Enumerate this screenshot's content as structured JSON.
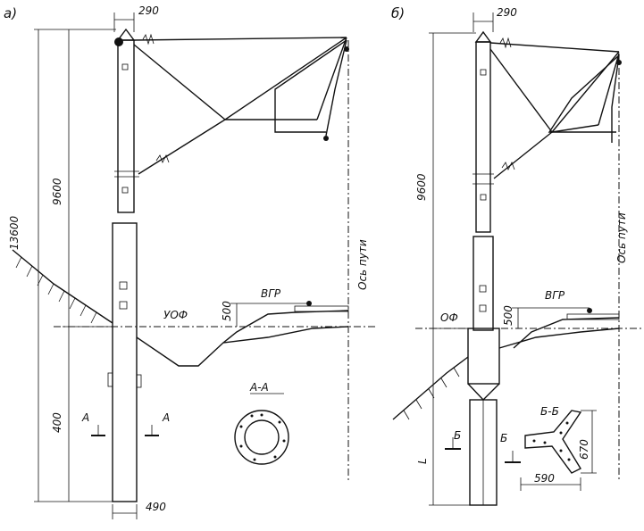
{
  "panel_a": {
    "label": "а)",
    "dim_top": "290",
    "dim_total_height": "13600",
    "dim_upper": "9600",
    "dim_lower": "400",
    "dim_bottom": "490",
    "dim_vgr": "500",
    "ground_level": "УОФ",
    "rail_level": "ВГР",
    "track_axis": "Ось пути",
    "section_title": "А-А",
    "section_mark_left": "А",
    "section_mark_right": "А"
  },
  "panel_b": {
    "label": "б)",
    "dim_top": "290",
    "dim_upper": "9600",
    "dim_lower": "L",
    "dim_vgr": "500",
    "ground_level": "ОФ",
    "rail_level": "ВГР",
    "track_axis": "Ось пути",
    "section_title": "Б-Б",
    "section_mark_left": "Б",
    "section_mark_right": "Б",
    "dim_section_height": "670",
    "dim_section_width": "590"
  },
  "colors": {
    "ink": "#111111",
    "paper": "#ffffff"
  }
}
